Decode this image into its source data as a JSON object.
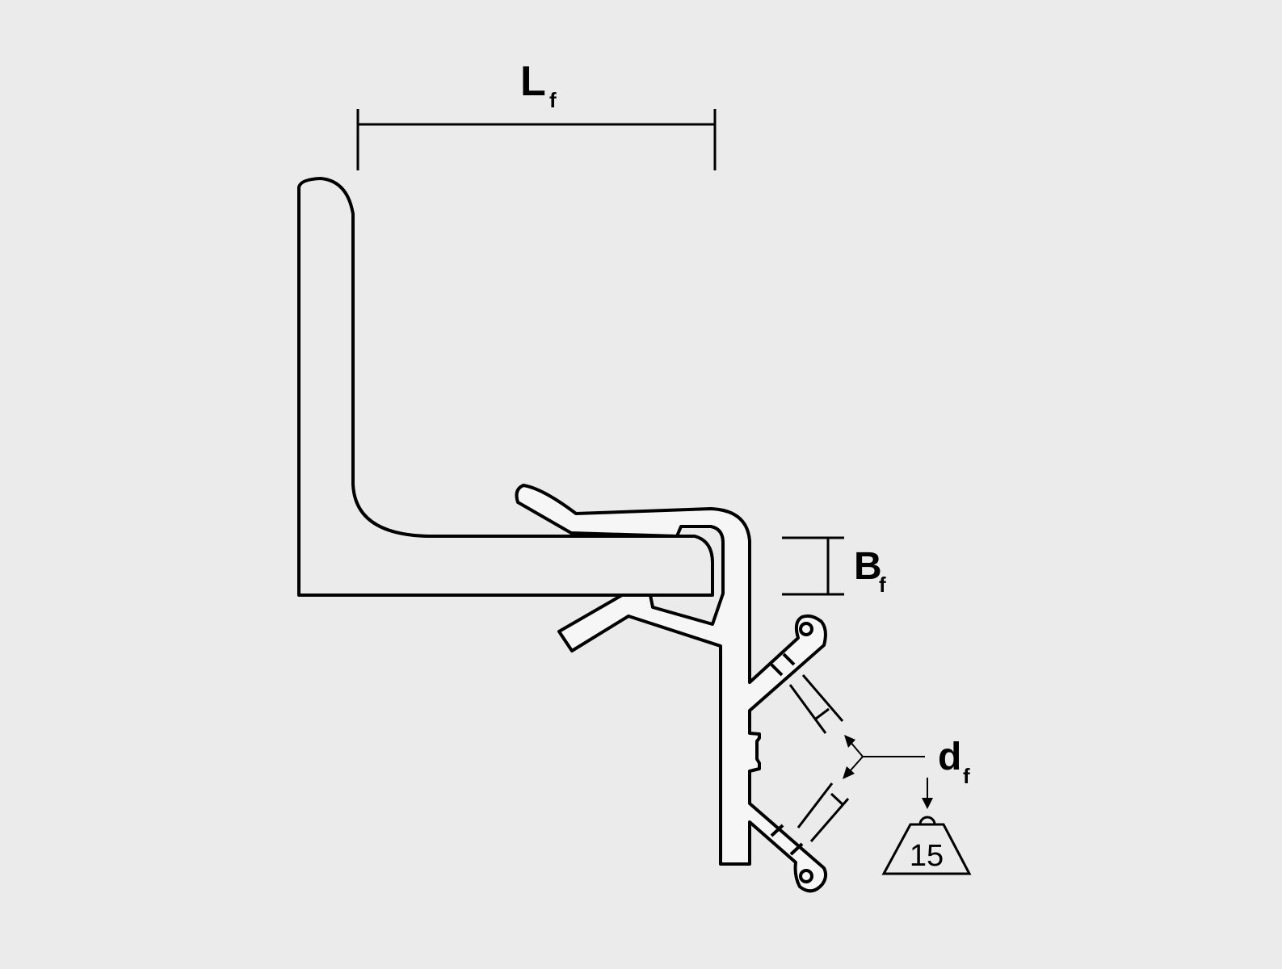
{
  "diagram": {
    "colors": {
      "background": "#ebebeb",
      "seal_fill": "#f6f6f6",
      "stroke": "#000000"
    },
    "labels": {
      "length": {
        "main": "L",
        "sub": "f"
      },
      "thickness": {
        "main": "B",
        "sub": "f"
      },
      "diameter": {
        "main": "d",
        "sub": "f"
      }
    },
    "weight": {
      "value": "15"
    }
  }
}
